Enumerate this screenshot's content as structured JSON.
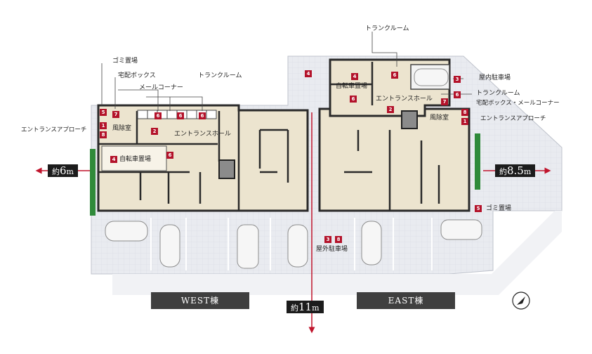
{
  "buildings": {
    "west": "WEST棟",
    "east": "EAST棟"
  },
  "dimensions": {
    "west": {
      "prefix": "約",
      "value": "6",
      "unit": "m"
    },
    "east": {
      "prefix": "約",
      "value": "8.5",
      "unit": "m"
    },
    "front": {
      "prefix": "約",
      "value": "11",
      "unit": "m"
    }
  },
  "west_labels": {
    "garbage": "ゴミ置場",
    "delivery_box": "宅配ボックス",
    "mail_corner": "メールコーナー",
    "trunk_room": "トランクルーム",
    "windbreak": "風除室",
    "entrance_hall": "エントランスホール",
    "entrance_approach": "エントランスアプローチ",
    "bicycle": "自転車置場"
  },
  "east_labels": {
    "trunk_room_top": "トランクルーム",
    "bicycle": "自転車置場",
    "indoor_parking": "屋内駐車場",
    "trunk_room": "トランクルーム",
    "delivery_mail": "宅配ボックス・メールコーナー",
    "entrance_hall": "エントランスホール",
    "windbreak": "風除室",
    "entrance_approach": "エントランスアプローチ",
    "garbage": "ゴミ置場"
  },
  "outdoor_parking": {
    "label": "屋外駐車場",
    "badge_a": "3",
    "badge_b": "8"
  },
  "badges": {
    "w_garbage": "5",
    "w_delivery": "7",
    "w_approach_a": "1",
    "w_approach_b": "8",
    "w_windbreak": "2",
    "w_mail_a": "6",
    "w_mail_b": "6",
    "w_trunk": "6",
    "w_bicycle": "4",
    "w_hall_trunk": "6",
    "e_yard": "4",
    "e_bicycle": "4",
    "e_trunk_top": "6",
    "e_parking": "3",
    "e_trunk": "6",
    "e_bike_trunk": "6",
    "e_hall": "2",
    "e_mail": "7",
    "e_wind": "8",
    "e_approach": "1",
    "e_garbage": "5"
  },
  "colors": {
    "badge": "#b3122a",
    "wall": "#2a2a2a",
    "floor": "#ece4cf",
    "paving": "#e6e8ee",
    "green": "#2f8a3a"
  }
}
